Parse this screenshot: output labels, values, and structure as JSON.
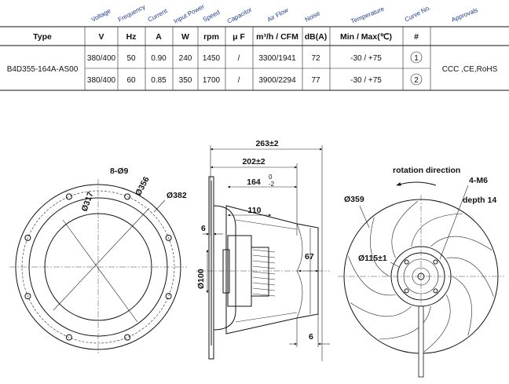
{
  "table": {
    "rotated_headers": [
      "Voltage",
      "Frequency",
      "Current",
      "Input Power",
      "Speed",
      "Capacitor",
      "Air Flow",
      "Noise",
      "Temperature",
      "Curve No.",
      "Approvals"
    ],
    "unit_row": [
      "Type",
      "V",
      "Hz",
      "A",
      "W",
      "rpm",
      "μ F",
      "m³/h / CFM",
      "dB(A)",
      "Min / Max(℃)",
      "#"
    ],
    "model": "B4D355-164A-AS00",
    "rows": [
      {
        "voltage": "380/400",
        "freq": "50",
        "current": "0.90",
        "power": "240",
        "speed": "1450",
        "cap": "/",
        "airflow": "3300/1941",
        "noise": "72",
        "temp": "-30 / +75",
        "curve": "1"
      },
      {
        "voltage": "380/400",
        "freq": "60",
        "current": "0.85",
        "power": "350",
        "speed": "1700",
        "cap": "/",
        "airflow": "3900/2294",
        "noise": "77",
        "temp": "-30 / +75",
        "curve": "2"
      }
    ],
    "approvals": "CCC ,CE,RoHS"
  },
  "drawing": {
    "front": {
      "d317": "Ø317",
      "holes": "8-Ø9",
      "d356": "Ø356",
      "d382": "Ø382"
    },
    "side": {
      "overall": "263±2",
      "d202": "202±2",
      "d164": "164",
      "d164_tol_up": "0",
      "d164_tol_low": "-2",
      "d110": "110",
      "d6_top": "6",
      "d100": "Ø100",
      "d67": "67",
      "d6_bottom": "6"
    },
    "rear": {
      "rotation": "rotation direction",
      "thread": "4-M6",
      "depth": "depth 14",
      "d359": "Ø359",
      "d115": "Ø115±1"
    }
  }
}
